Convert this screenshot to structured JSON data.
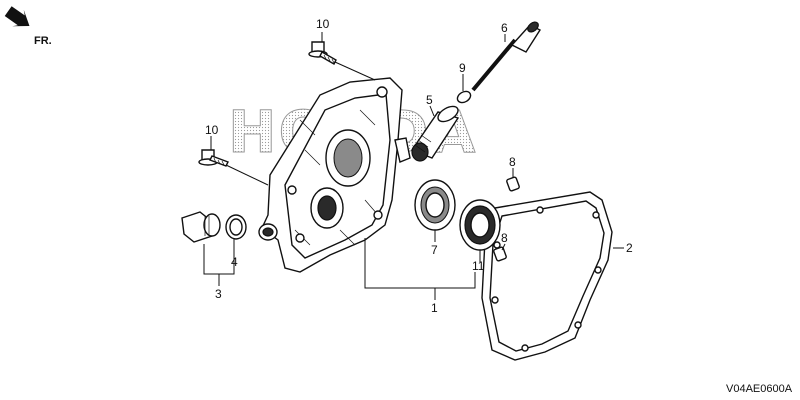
{
  "watermark": "HONDA",
  "direction_label": "FR.",
  "diagram_code": "V04AE0600A",
  "callouts": {
    "n1": "1",
    "n2": "2",
    "n3": "3",
    "n4": "4",
    "n5": "5",
    "n6": "6",
    "n7": "7",
    "n8a": "8",
    "n8b": "8",
    "n9": "9",
    "n10a": "10",
    "n10b": "10",
    "n11": "11"
  }
}
